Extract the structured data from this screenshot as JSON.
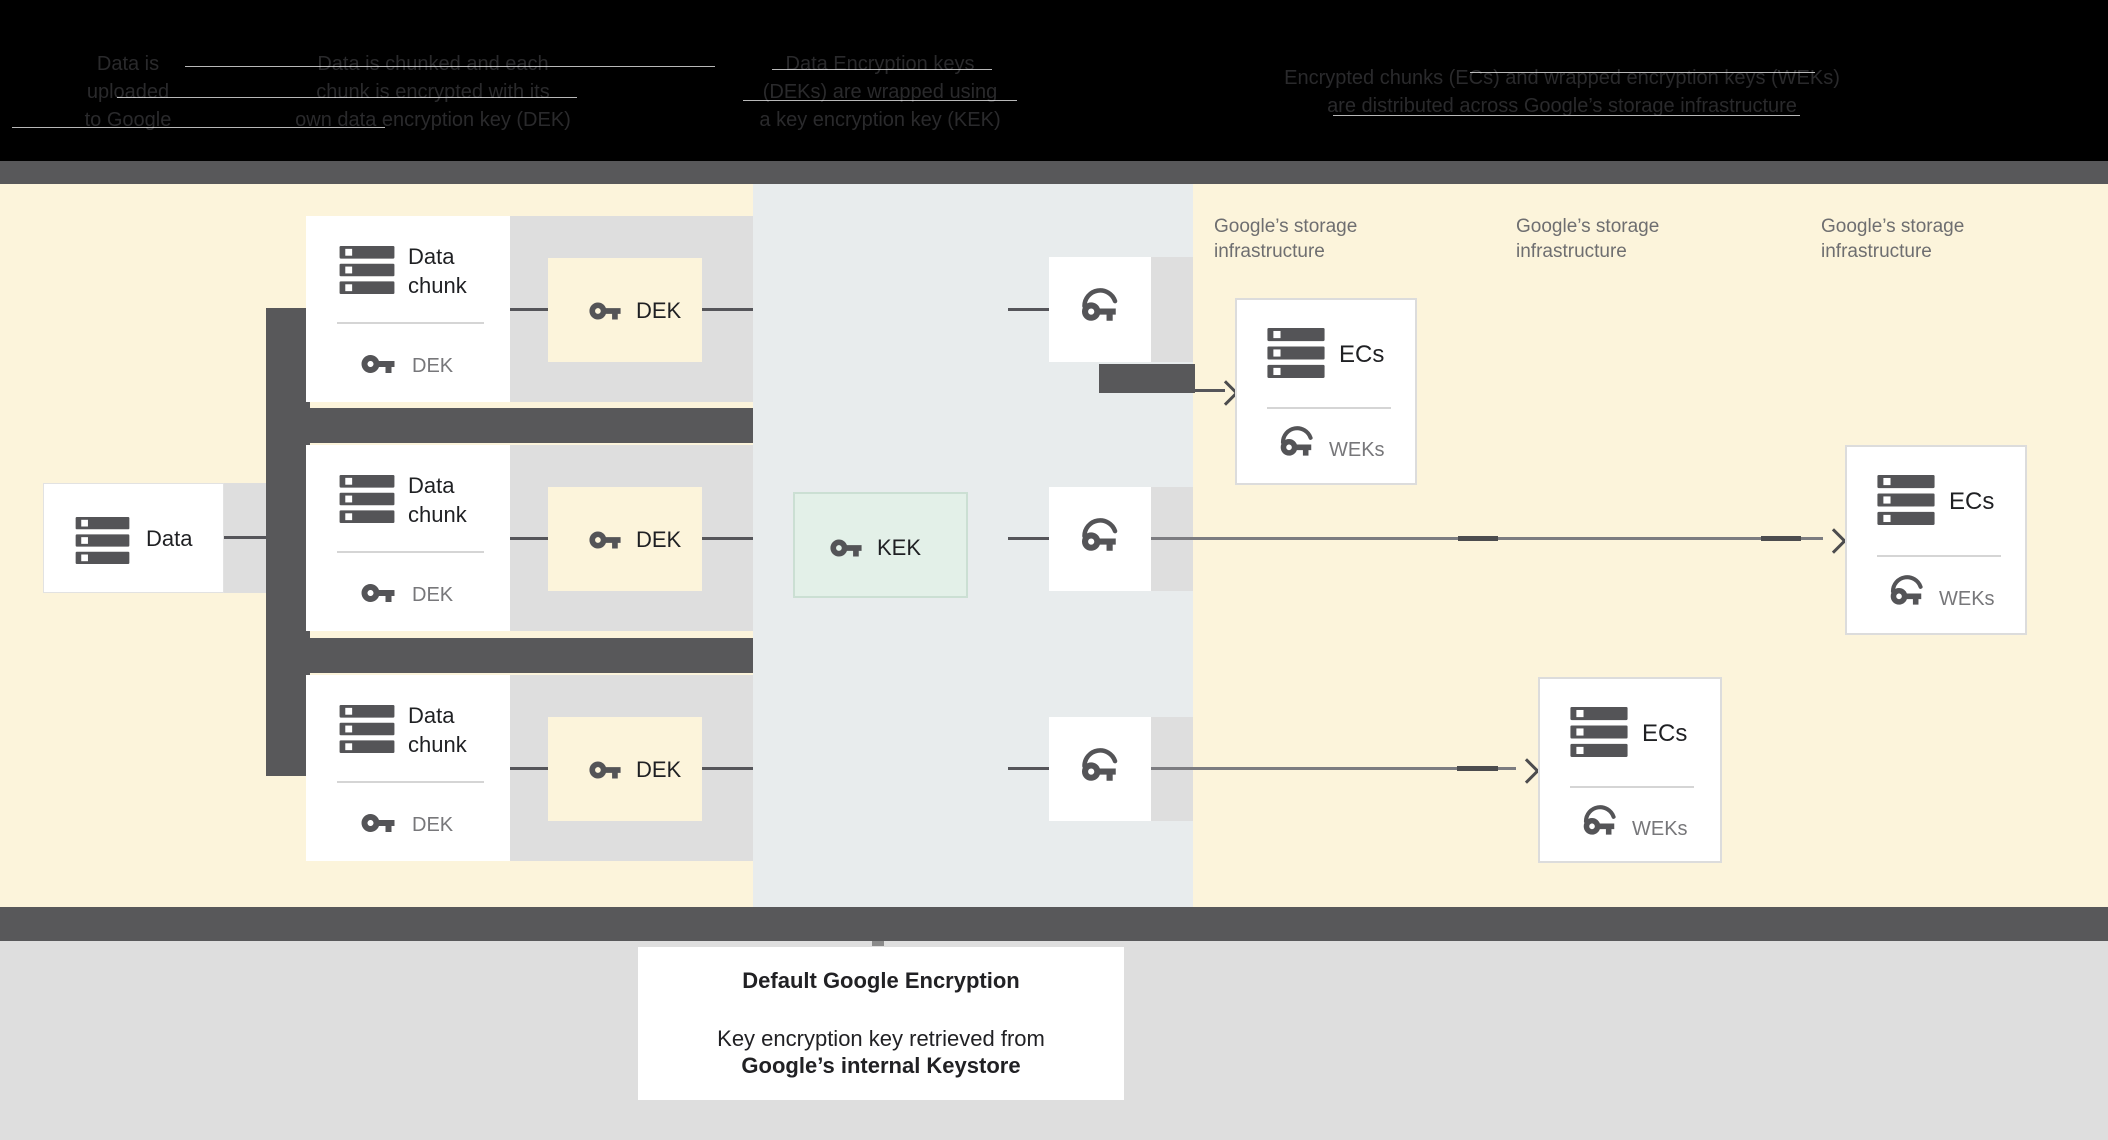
{
  "header": {
    "steps": [
      {
        "lines": [
          "Data is",
          "uploaded",
          "to Google"
        ]
      },
      {
        "lines": [
          "Data is chunked and each",
          "chunk is encrypted with its",
          "own data encryption key (DEK)"
        ]
      },
      {
        "lines": [
          "Data Encryption keys",
          "(DEKs) are wrapped using",
          "a key encryption key (KEK)"
        ]
      },
      {
        "lines": [
          "Encrypted chunks (ECs) and wrapped encryption keys (WEKs)",
          "are distributed across Google’s storage infrastructure"
        ]
      }
    ]
  },
  "diagram": {
    "data_box": {
      "label": "Data"
    },
    "rows": [
      {
        "chunk_line1": "Data",
        "chunk_line2": "chunk",
        "chunk_key_label": "DEK",
        "dek_label": "DEK"
      },
      {
        "chunk_line1": "Data",
        "chunk_line2": "chunk",
        "chunk_key_label": "DEK",
        "dek_label": "DEK"
      },
      {
        "chunk_line1": "Data",
        "chunk_line2": "chunk",
        "chunk_key_label": "DEK",
        "dek_label": "DEK"
      }
    ],
    "kek": {
      "label": "KEK"
    },
    "storage_labels": [
      {
        "line1": "Google’s storage",
        "line2": "infrastructure"
      },
      {
        "line1": "Google’s storage",
        "line2": "infrastructure"
      },
      {
        "line1": "Google’s storage",
        "line2": "infrastructure"
      }
    ],
    "ec_boxes": [
      {
        "label": "ECs",
        "key_label": "WEKs"
      },
      {
        "label": "ECs",
        "key_label": "WEKs"
      },
      {
        "label": "ECs",
        "key_label": "WEKs"
      }
    ]
  },
  "caption": {
    "title": "Default Google Encryption",
    "line1": "Key encryption key retrieved from",
    "line2": "Google’s internal Keystore"
  },
  "colors": {
    "cream": "#fcf4db",
    "mid": "#e8eced",
    "shadow": "#dedede",
    "bar": "#58585a",
    "line": "#55555a",
    "line_light": "#7c7c80",
    "icon": "#545457",
    "text": "#1f2023",
    "muted": "#77777a",
    "storage_label": "#6e6e70",
    "kek_fill": "#e3f0e8",
    "kek_border": "#cbdfd3",
    "header_text": "#2a2a2c"
  }
}
